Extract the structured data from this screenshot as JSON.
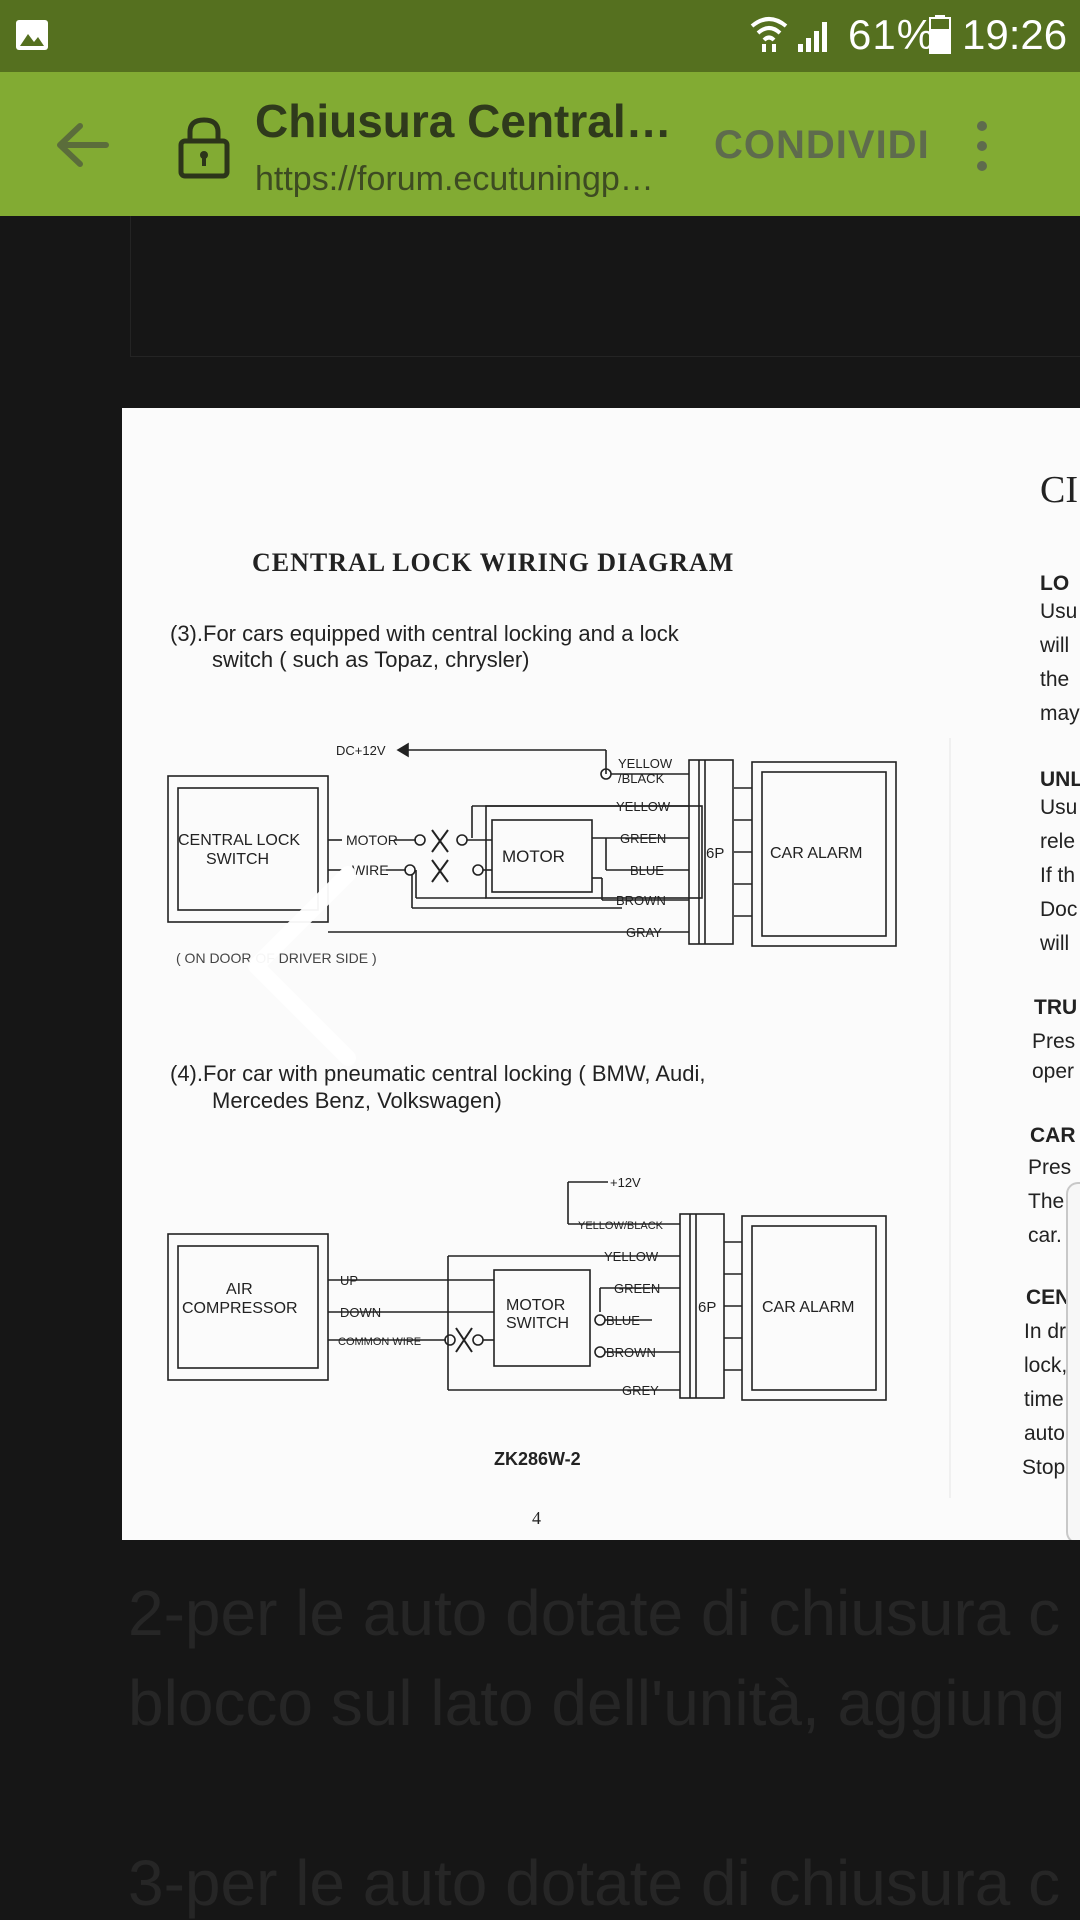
{
  "status_bar": {
    "battery": "61%",
    "time": "19:26",
    "icons": [
      "gallery-notification-icon",
      "wifi-icon",
      "signal-icon",
      "battery-icon"
    ]
  },
  "toolbar": {
    "title": "Chiusura Centraliz…",
    "url": "https://forum.ecutuningp…",
    "share_label": "CONDIVIDI",
    "icons": [
      "back-arrow-icon",
      "lock-icon",
      "overflow-menu-icon"
    ]
  },
  "document": {
    "heading": "CENTRAL LOCK WIRING DIAGRAM",
    "section3": {
      "line1": "(3).For cars equipped with central locking and a lock",
      "line2": "switch ( such as Topaz, chrysler)",
      "switch_label_1": "CENTRAL LOCK",
      "switch_label_2": "SWITCH",
      "location_note": "( ON DOOR OF DRIVER SIDE )",
      "dc_label": "DC+12V",
      "motor_wire": "MOTOR",
      "wire": "WIRE",
      "motor_box": "MOTOR",
      "connector": "6P",
      "alarm": "CAR ALARM",
      "wires": [
        "YELLOW",
        "/BLACK",
        "YELLOW",
        "GREEN",
        "BLUE",
        "BROWN",
        "GRAY"
      ]
    },
    "section4": {
      "line1": "(4).For car with pneumatic central locking ( BMW, Audi,",
      "line2": "Mercedes Benz, Volkswagen)",
      "compressor_1": "AIR",
      "compressor_2": "COMPRESSOR",
      "up": "UP",
      "down": "DOWN",
      "common": "COMMON WIRE",
      "plus12": "+12V",
      "motor_switch_1": "MOTOR",
      "motor_switch_2": "SWITCH",
      "connector": "6P",
      "alarm": "CAR ALARM",
      "wires": [
        "YELLOW/BLACK",
        "YELLOW",
        "GREEN",
        "BLUE",
        "BROWN",
        "GREY"
      ]
    },
    "model": "ZK286W-2",
    "page_number": "4",
    "right_column": {
      "big_letter": "CI",
      "blocks": [
        {
          "head": "LO",
          "lines": [
            "Usu",
            "will",
            "the",
            "may"
          ]
        },
        {
          "head": "UNL",
          "lines": [
            "Usu",
            "rele",
            "If th",
            "Doc",
            "will"
          ]
        },
        {
          "head": "TRU",
          "lines": [
            "Pres",
            "oper"
          ]
        },
        {
          "head": "CAR",
          "lines": [
            "Pres",
            "The",
            "car."
          ]
        },
        {
          "head": "CEN",
          "lines": [
            "In dr",
            "lock,",
            "time",
            "auto",
            "Stop"
          ]
        }
      ]
    }
  },
  "background_text": {
    "line1": "2-per le auto dotate di chiusura c",
    "line2": "blocco sul lato dell'unità, aggiung",
    "line3": "3-per le auto dotate di chiusura c"
  }
}
